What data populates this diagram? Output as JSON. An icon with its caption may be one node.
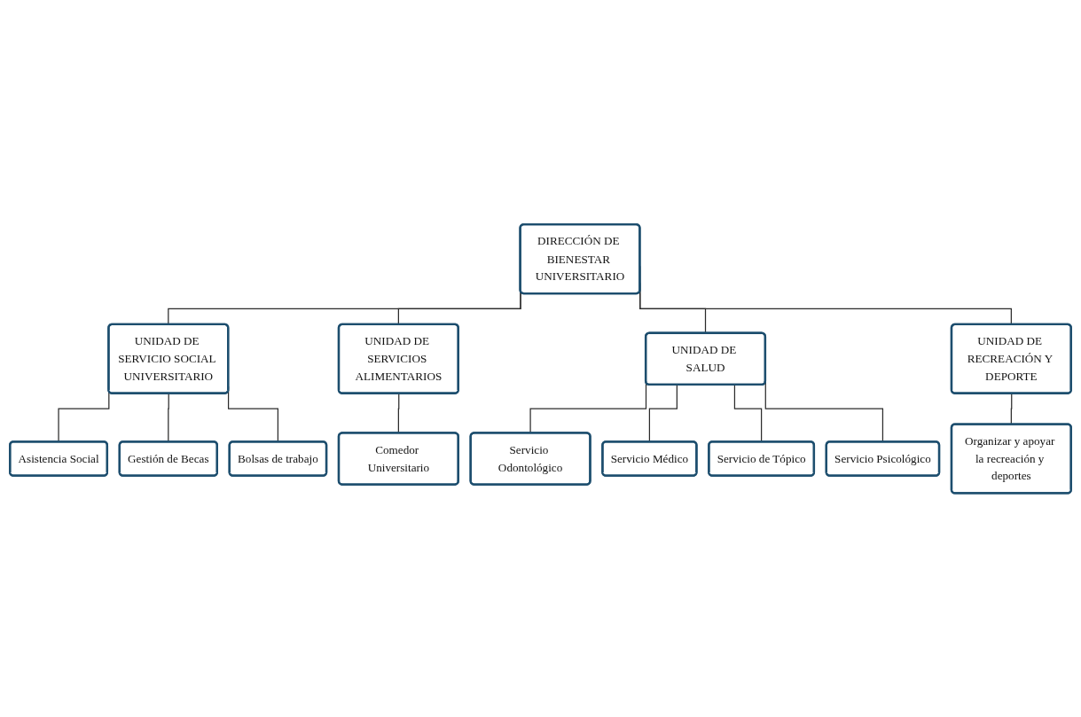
{
  "diagram": {
    "nodes": [
      {
        "text": [
          "DIRECCIÓN DE BIENESTAR UNIVERSITARIO"
        ]
      },
      {
        "text": [
          "UNIDAD DE SERVICIO SOCIAL UNIVERSITARIO"
        ]
      },
      {
        "text": [
          "UNIDAD DE SERVICIOS ALIMENTARIOS"
        ]
      },
      {
        "text": [
          "UNIDAD DE SALUD"
        ]
      },
      {
        "text": [
          "UNIDAD DE RECREACIÓN Y DEPORTE"
        ]
      },
      {
        "text": [
          "Asistencia Social"
        ]
      },
      {
        "text": [
          "Gestión de Becas"
        ]
      },
      {
        "text": [
          "Bolsas de trabajo"
        ]
      },
      {
        "text": [
          "Comedor Universitario"
        ]
      },
      {
        "text": [
          "Servicio Odontológico"
        ]
      },
      {
        "text": [
          "Servicio Médico"
        ]
      },
      {
        "text": [
          "Servicio de Tópico"
        ]
      },
      {
        "text": [
          "Servicio Psicológico"
        ]
      },
      {
        "text": [
          "Organizar y apoyar la recreación y deportes"
        ]
      }
    ],
    "edges": [
      {
        "from": 0,
        "to": 1,
        "arrow": "none"
      },
      {
        "from": 0,
        "to": 2,
        "arrow": "none"
      },
      {
        "from": 0,
        "to": 3,
        "arrow": "none"
      },
      {
        "from": 0,
        "to": 4,
        "arrow": "none"
      },
      {
        "from": 1,
        "to": 5,
        "arrow": "none"
      },
      {
        "from": 1,
        "to": 6,
        "arrow": "none"
      },
      {
        "from": 1,
        "to": 7,
        "arrow": "none"
      },
      {
        "from": 2,
        "to": 8,
        "arrow": "none"
      },
      {
        "from": 3,
        "to": 9,
        "arrow": "none"
      },
      {
        "from": 3,
        "to": 10,
        "arrow": "none"
      },
      {
        "from": 3,
        "to": 11,
        "arrow": "none"
      },
      {
        "from": 3,
        "to": 12,
        "arrow": "none"
      },
      {
        "from": 4,
        "to": 13,
        "arrow": "none"
      }
    ]
  }
}
